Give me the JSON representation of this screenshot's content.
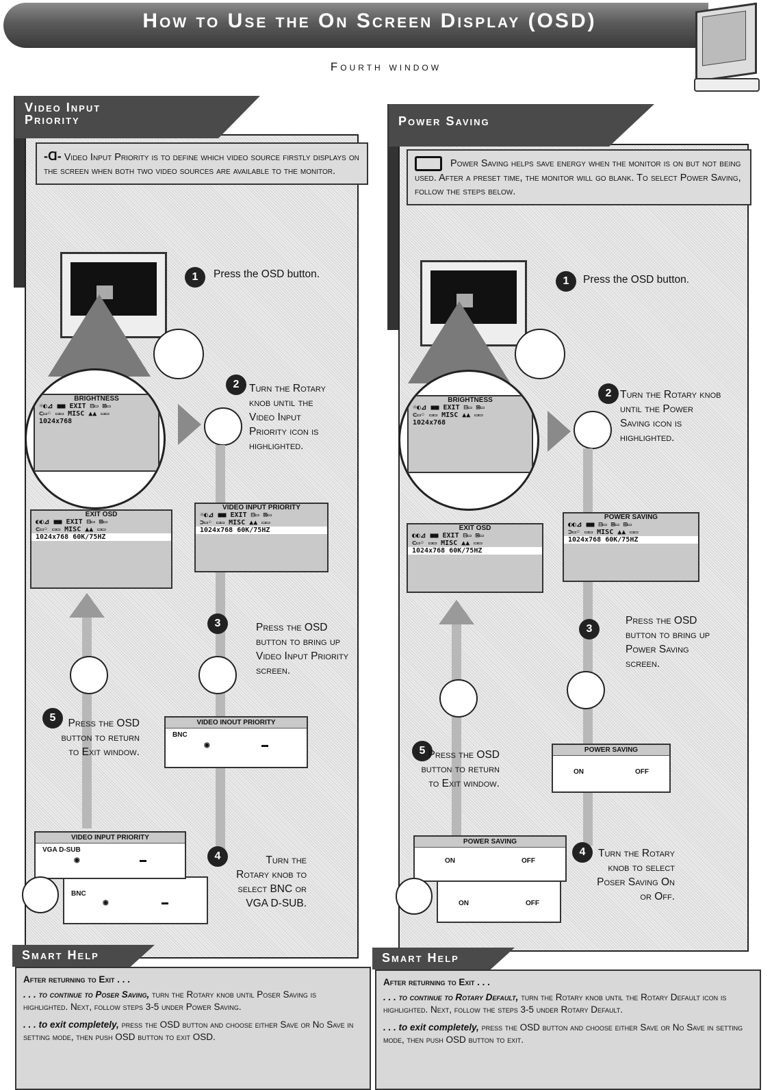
{
  "header": {
    "title": "How to Use the On Screen Display (OSD)",
    "subtitle": "Fourth window"
  },
  "left": {
    "section_title_1": "Video Input",
    "section_title_2": "Priority",
    "intro": "Video Input Priority is to define which video source firstly displays on the screen when both two video sources are available to the monitor.",
    "steps": {
      "s1": {
        "num": "1",
        "text": "Press the OSD button."
      },
      "s2": {
        "num": "2",
        "text": "Turn the Rotary knob until the Video Input Priority icon is highlighted."
      },
      "s3": {
        "num": "3",
        "text": "Press the OSD button to bring up Video Input Priority screen."
      },
      "s4": {
        "num": "4",
        "text": "Turn the Rotary knob to select BNC or VGA D-SUB."
      },
      "s5": {
        "num": "5",
        "text": "Press the OSD button to return to Exit window."
      }
    },
    "osd_main_title": "VIDEO INPUT PRIORITY",
    "osd_exit_title": "EXIT OSD",
    "osd_brightness_title": "BRIGHTNESS",
    "osd_res": "1024x768",
    "osd_freq": "60K/75HZ",
    "dialog_a_title": "VIDEO INOUT PRIORITY",
    "dialog_a_option": "BNC",
    "dialog_b_title": "VIDEO INPUT PRIORITY",
    "dialog_b_option": "VGA D-SUB",
    "dialog_c_option": "BNC"
  },
  "right": {
    "section_title": "Power Saving",
    "intro": "Power Saving helps save energy when the monitor is on but not being used. After a preset time, the monitor will go blank. To select Power Saving, follow the steps below.",
    "steps": {
      "s1": {
        "num": "1",
        "text": "Press the OSD button."
      },
      "s2": {
        "num": "2",
        "text": "Turn the Rotary knob until the Power Saving icon is highlighted."
      },
      "s3": {
        "num": "3",
        "text": "Press the OSD button to bring up Power Saving screen."
      },
      "s4": {
        "num": "4",
        "text": "Turn the Rotary knob to select Poser Saving On or Off."
      },
      "s5": {
        "num": "5",
        "text": "Press the OSD button to return to Exit window."
      }
    },
    "osd_main_title": "POWER SAVING",
    "osd_exit_title": "EXIT OSD",
    "osd_brightness_title": "BRIGHTNESS",
    "osd_res": "1024x768",
    "osd_freq": "60K/75HZ",
    "dialog_title": "POWER SAVING",
    "opt_on": "ON",
    "opt_off": "OFF"
  },
  "help_left": {
    "tab": "Smart Help",
    "lead": "After returning to Exit . . .",
    "p1_em": ". . . to continue to Poser Saving,",
    "p1": "turn the Rotary knob until Poser Saving is highlighted. Next, follow steps 3-5 under Power Saving.",
    "p2_em": ". . . to exit completely,",
    "p2": "press the OSD button and choose either Save or No Save in setting mode, then push OSD button to exit OSD."
  },
  "help_right": {
    "tab": "Smart Help",
    "lead": "After returning to Exit . . .",
    "p1_em": ". . . to continue to Rotary Default,",
    "p1": "turn the Rotary knob until the Rotary Default icon is highlighted. Next, follow the steps 3-5 under Rotary Default.",
    "p2_em": ". . . to exit completely,",
    "p2": "press the OSD button and choose either Save or No Save in setting mode, then push OSD button to exit."
  }
}
